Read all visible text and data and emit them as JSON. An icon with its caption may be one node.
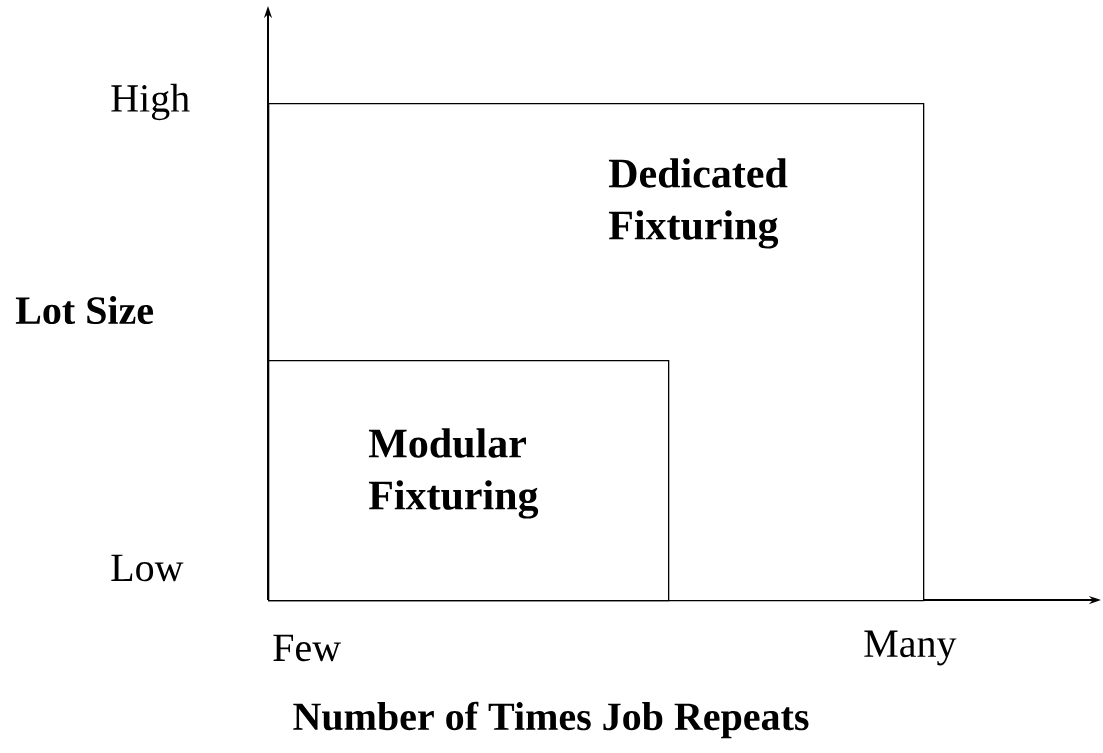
{
  "diagram": {
    "nodes": [
      {
        "text": [
          "Dedicated Fixturing"
        ]
      },
      {
        "text": [
          "Modular Fixturing"
        ],
        "in": 0
      }
    ],
    "labels": [
      "High",
      "Lot Size",
      "Low",
      "Few",
      "Many",
      "Number of Times Job Repeats"
    ]
  }
}
